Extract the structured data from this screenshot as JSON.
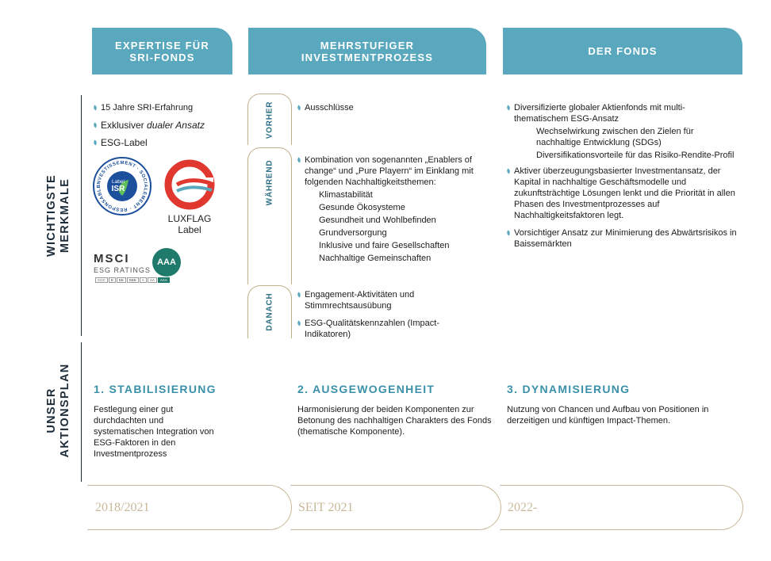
{
  "headers": {
    "col1": [
      "EXPERTISE FÜR",
      "SRI-FONDS"
    ],
    "col2": [
      "MEHRSTUFIGER",
      "INVESTMENTPROZESS"
    ],
    "col3": [
      "DER FONDS"
    ]
  },
  "row_labels": {
    "features": [
      "WICHTIGSTE",
      "MERKMALE"
    ],
    "action": [
      "UNSER",
      "AKTIONSPLAN"
    ]
  },
  "col1": {
    "bullets": [
      "15 Jahre SRI-Erfahrung",
      "Exklusiver ",
      "dualer Ansatz",
      "ESG-Label"
    ],
    "isr_label": {
      "ring": "INVESTISSEMENT · SOCIALEMENT · RESPONSABLE ·",
      "center_top": "Label",
      "center": "ISR"
    },
    "luxflag": {
      "line1": "LUXFLAG",
      "line2": "Label"
    },
    "msci": {
      "title": "MSCI",
      "subtitle": "ESG RATINGS",
      "badge": "AAA",
      "scale": [
        "CCC",
        "B",
        "BB",
        "BBB",
        "A",
        "AA",
        "AAA"
      ]
    }
  },
  "col2": {
    "phases": {
      "before": "VORHER",
      "during": "WÄHREND",
      "after": "DANACH"
    },
    "before_items": [
      "Ausschlüsse"
    ],
    "during_intro": "Kombination von sogenannten „Enablers of change“ und „Pure Playern“ im Einklang mit folgenden Nachhaltigkeitsthemen:",
    "themes": [
      "Klimastabilität",
      "Gesunde Ökosysteme",
      "Gesundheit und Wohlbefinden",
      "Grundversorgung",
      "Inklusive und faire Gesellschaften",
      "Nachhaltige Gemeinschaften"
    ],
    "after_items": [
      "Engagement-Aktivitäten und Stimmrechtsausübung",
      "ESG-Qualitätskennzahlen (Impact-Indikatoren)"
    ]
  },
  "col3": {
    "b1": "Diversifizierte globaler Aktienfonds mit multi-thematischem ESG-Ansatz",
    "b1_sub": [
      "Wechselwirkung zwischen den Zielen für nachhaltige Entwicklung (SDGs)",
      "Diversifikationsvorteile für das Risiko-Rendite-Profil"
    ],
    "b2": "Aktiver überzeugungsbasierter Investmentansatz, der Kapital in nachhaltige Geschäftsmodelle und zukunftsträchtige Lösungen lenkt und die Priorität in allen Phasen des Investmentprozesses auf Nachhaltigkeitsfaktoren legt.",
    "b3": "Vorsichtiger Ansatz zur Minimierung des Abwärtsrisikos in Baissemärkten"
  },
  "steps": [
    {
      "title": "1. STABILISIERUNG",
      "text": "Festlegung einer gut durchdachten und systematischen Integration von ESG-Faktoren in den Investmentprozess",
      "period": "2018/2021"
    },
    {
      "title": "2. AUSGEWOGENHEIT",
      "text": "Harmonisierung der beiden Komponenten zur Betonung des nachhaltigen Charakters des Fonds (thematische Komponente).",
      "period": "SEIT 2021"
    },
    {
      "title": "3. DYNAMISIERUNG",
      "text": "Nutzung von Chancen und Aufbau von Positionen in derzeitigen und künftigen Impact-Themen.",
      "period": "2022-"
    }
  ],
  "colors": {
    "teal": "#5aa8bd",
    "dark_text": "#1e2d3a",
    "gold": "#c9b79a",
    "luxflag_red": "#e0372f",
    "isr_blue": "#1c4f9c",
    "msci_green": "#1e7a6a"
  }
}
